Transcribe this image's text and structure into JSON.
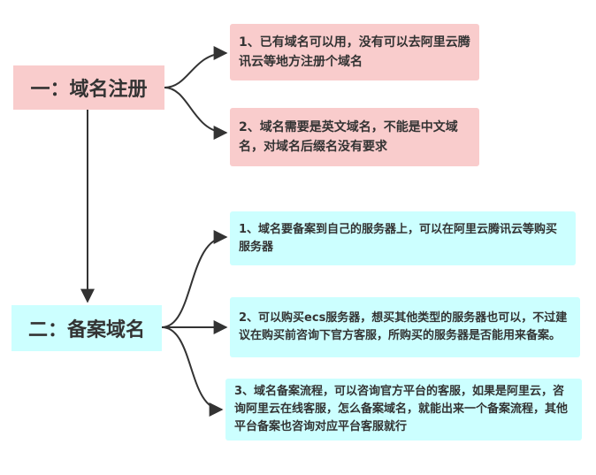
{
  "nodes": {
    "main1": "一：域名注册",
    "main2": "二：备案域名",
    "leaf1": "1、已有域名可以用，没有可以去阿里云腾讯云等地方注册个域名",
    "leaf2": "2、域名需要是英文域名，不能是中文域名，对域名后缀名没有要求",
    "leaf3": "1、域名要备案到自己的服务器上，可以在阿里云腾讯云等购买服务器",
    "leaf4": "2、可以购买ecs服务器，想买其他类型的服务器也可以，不过建议在购买前咨询下官方客服，所购买的服务器是否能用来备案。",
    "leaf5": "3、域名备案流程，可以咨询官方平台的客服，如果是阿里云，咨询阿里云在线客服，怎么备案域名，就能出来一个备案流程，其他平台备案也咨询对应平台客服就行"
  },
  "colors": {
    "section1_fill": "#f9cccc",
    "section2_fill": "#ccffff",
    "connector": "#333333",
    "text": "#333333"
  }
}
